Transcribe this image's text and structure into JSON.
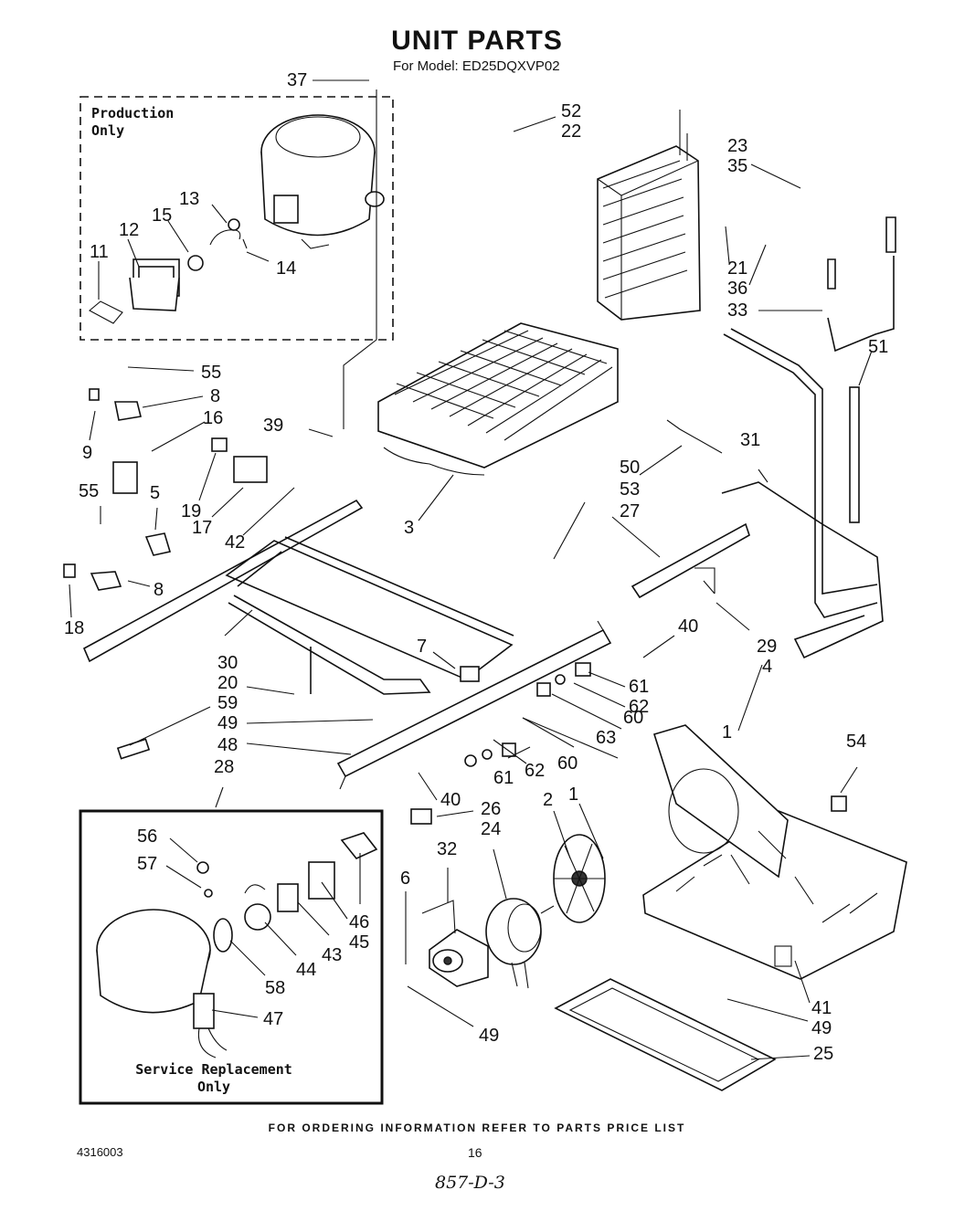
{
  "title": "UNIT PARTS",
  "model": "For Model: ED25DQXVP02",
  "production_box": {
    "line1": "Production",
    "line2": "Only"
  },
  "service_box": {
    "line1": "Service Replacement",
    "line2": "Only"
  },
  "footer_note": "FOR ORDERING INFORMATION REFER TO PARTS PRICE LIST",
  "doc_number": "4316003",
  "page_number": "16",
  "handwritten_note": "857-D-3",
  "callouts": {
    "c37": "37",
    "c52": "52",
    "c22": "22",
    "c23": "23",
    "c35": "35",
    "c13": "13",
    "c12": "12",
    "c15": "15",
    "c11": "11",
    "c14": "14",
    "c21": "21",
    "c36": "36",
    "c33": "33",
    "c51": "51",
    "c55a": "55",
    "c8a": "8",
    "c9": "9",
    "c16": "16",
    "c39": "39",
    "c19": "19",
    "c17": "17",
    "c42": "42",
    "c5": "5",
    "c55b": "55",
    "c3": "3",
    "c50": "50",
    "c31": "31",
    "c53": "53",
    "c27": "27",
    "c8b": "8",
    "c18": "18",
    "c30": "30",
    "c7": "7",
    "c40a": "40",
    "c29": "29",
    "c4": "4",
    "c20": "20",
    "c61a": "61",
    "c62a": "62",
    "c59": "59",
    "c49a": "49",
    "c60a": "60",
    "c48": "48",
    "c63": "63",
    "c1a": "1",
    "c54": "54",
    "c61b": "61",
    "c62b": "62",
    "c60b": "60",
    "c28": "28",
    "c40b": "40",
    "c26": "26",
    "c56": "56",
    "c2": "2",
    "c1b": "1",
    "c24": "24",
    "c57": "57",
    "c32": "32",
    "c6": "6",
    "c46": "46",
    "c45": "45",
    "c43": "43",
    "c44": "44",
    "c58": "58",
    "c47": "47",
    "c49b": "49",
    "c41": "41",
    "c49c": "49",
    "c25": "25"
  }
}
